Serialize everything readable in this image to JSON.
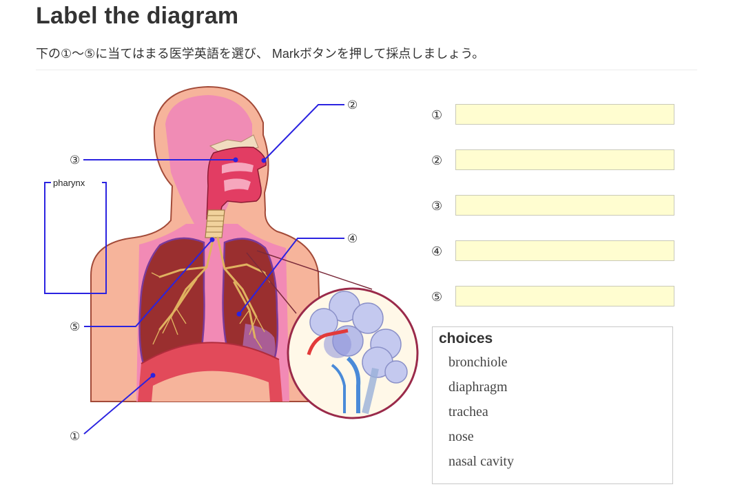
{
  "page": {
    "title": "Label the diagram",
    "instruction": "下の①～⑤に当てはまる医学英語を選び、 Markボタンを押して採点しましょう。"
  },
  "diagram": {
    "bracket_label": "pharynx",
    "markers": [
      "①",
      "②",
      "③",
      "④",
      "⑤"
    ]
  },
  "answers": [
    {
      "number": "①",
      "value": ""
    },
    {
      "number": "②",
      "value": ""
    },
    {
      "number": "③",
      "value": ""
    },
    {
      "number": "④",
      "value": ""
    },
    {
      "number": "⑤",
      "value": ""
    }
  ],
  "choices": {
    "heading": "choices",
    "items": [
      "bronchiole",
      "diaphragm",
      "trachea",
      "nose",
      "nasal cavity"
    ]
  },
  "colors": {
    "leader_line": "#2a22e0",
    "answer_field": "#fffdd0",
    "skin": "#f4a88f",
    "lung": "#9c2e2e"
  }
}
